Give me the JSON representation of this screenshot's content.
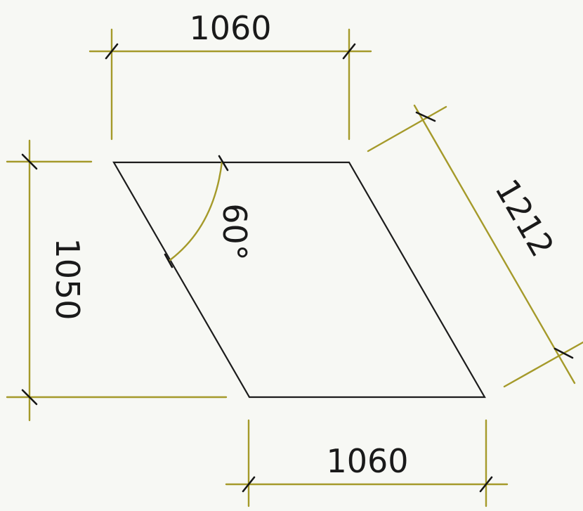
{
  "drawing": {
    "colors": {
      "background": "#f7f8f4",
      "dimension_line": "#a59a2a",
      "shape_edge": "#1c1c1c",
      "tick": "#161616",
      "text": "#1a1a1a"
    },
    "dimensions": {
      "top_width": "1060",
      "bottom_width": "1060",
      "height": "1050",
      "slant_length": "1212"
    },
    "angle": {
      "label": "60°"
    }
  }
}
